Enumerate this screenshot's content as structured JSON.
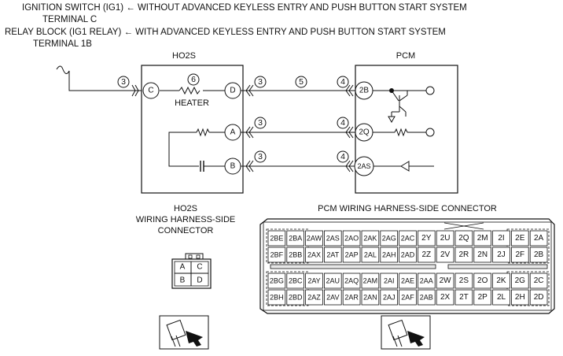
{
  "header": {
    "line1": "IGNITION SWITCH (IG1) ← WITHOUT ADVANCED KEYLESS ENTRY AND PUSH BUTTON START SYSTEM",
    "line2": "TERMINAL C",
    "line3": "RELAY BLOCK (IG1 RELAY) ← WITH ADVANCED KEYLESS ENTRY AND PUSH BUTTON START SYSTEM",
    "line4": "TERMINAL 1B"
  },
  "components": {
    "ho2s_title": "HO2S",
    "pcm_title": "PCM",
    "heater_label": "HEATER",
    "heater_ref": "6"
  },
  "ho2s_pins": [
    "C",
    "D",
    "A",
    "B"
  ],
  "pcm_pins": [
    "2B",
    "2Q",
    "2AS"
  ],
  "wire_refs": {
    "c_in": "3",
    "d_left": "3",
    "d_mid": "5",
    "d_right": "4",
    "a_left": "3",
    "a_right": "4",
    "b_left": "3",
    "b_right": "4"
  },
  "ho2s_connector": {
    "title_line1": "HO2S",
    "title_line2": "WIRING HARNESS-SIDE",
    "title_line3": "CONNECTOR",
    "cells": [
      "A",
      "C",
      "B",
      "D"
    ]
  },
  "pcm_connector": {
    "title": "PCM WIRING HARNESS-SIDE CONNECTOR",
    "row1": [
      "2BE",
      "2BA",
      "2AW",
      "2AS",
      "2AO",
      "2AK",
      "2AG",
      "2AC",
      "2Y",
      "2U",
      "2Q",
      "2M",
      "2I",
      "2E",
      "2A"
    ],
    "row2": [
      "2BF",
      "2BB",
      "2AX",
      "2AT",
      "2AP",
      "2AL",
      "2AH",
      "2AD",
      "2Z",
      "2V",
      "2R",
      "2N",
      "2J",
      "2F",
      "2B"
    ],
    "row3": [
      "2BG",
      "2BC",
      "2AY",
      "2AU",
      "2AQ",
      "2AM",
      "2AI",
      "2AE",
      "2AA",
      "2W",
      "2S",
      "2O",
      "2K",
      "2G",
      "2C"
    ],
    "row4": [
      "2BH",
      "2BD",
      "2AZ",
      "2AV",
      "2AR",
      "2AN",
      "2AJ",
      "2AF",
      "2AB",
      "2X",
      "2T",
      "2P",
      "2L",
      "2H",
      "2D"
    ]
  }
}
